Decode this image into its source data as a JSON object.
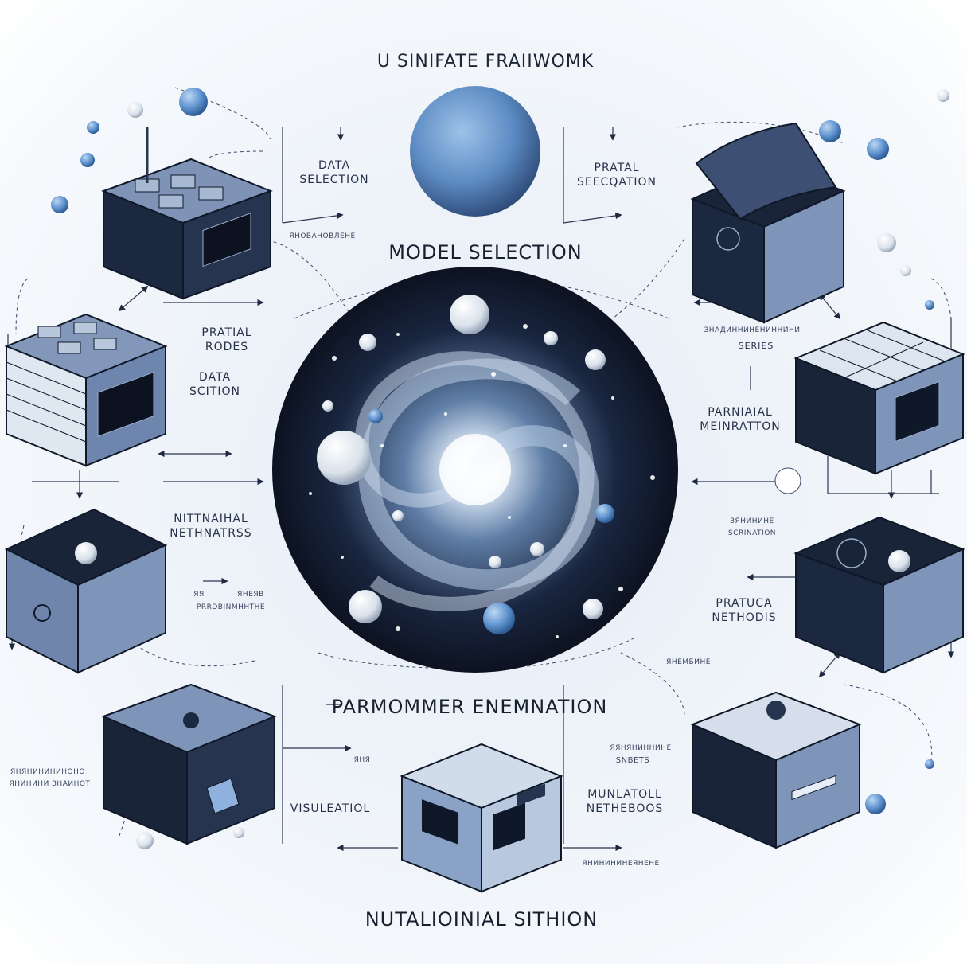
{
  "title": "U SINIFATE FRAIIWOMK",
  "headings": {
    "model_selection": "MODEL SELECTION",
    "parameter_estimation": "PARMOMMER ENEMNATION",
    "bottom": "NUTALIOINIAL SITHION"
  },
  "labels": {
    "data_selection_top": [
      "DATA",
      "SELECTION"
    ],
    "partial_seg": [
      "PRATAL",
      "SEECQATION"
    ],
    "partial_nodes": [
      "PRATIAL",
      "RODES"
    ],
    "data_section": [
      "DATA",
      "SCITION"
    ],
    "partial_methods_left": [
      "NITTNAIHAL",
      "NETHNATRSS"
    ],
    "parmadial": [
      "PARNIAIAL",
      "MEINRATTON"
    ],
    "practica": [
      "PRATUCA",
      "NETHODIS"
    ],
    "visualization": [
      "VISULEATIOL"
    ],
    "multi_methods": [
      "MUNLATOLL",
      "NETHEBOOS"
    ]
  },
  "tiny_labels": {
    "under_data_selection": "ЯНОВАНОВЛЕНЕ",
    "series_a": "ЗНАДИННИНЕНИННИНИ",
    "series_b": "SERIES",
    "center_left_a": "ЯЯ",
    "center_left_b": "ЯНЕЯВ",
    "center_left_c": "PRRDBINMHHTHE",
    "right_mid_a": "ЗЯНИНИНЕ",
    "right_mid_b": "SCRINATION",
    "right_lower": "ЯНЕМБИНЕ",
    "bottom_left_a": "ЯНЯНИНИНИНОНО",
    "bottom_left_b": "ЯНИНИНИ ЗНАИНОТ",
    "bottom_center": "ЯНЯ",
    "bottom_right_a": "ЯЯНЯНИННИНЕ",
    "bottom_right_b": "SNBETS",
    "bottom_right_c": "ЯНИНИНИНЕЯНЕНЕ"
  },
  "icons": [
    "planet-icon",
    "galaxy-icon",
    "server-cube-icon",
    "data-block-icon",
    "circuit-box-icon",
    "node-sphere-icon",
    "arrow-icon"
  ],
  "colors": {
    "navy": "#1b2740",
    "steel": "#6e87b0",
    "sky": "#6a9fd4",
    "pale": "#e9f0f8"
  }
}
